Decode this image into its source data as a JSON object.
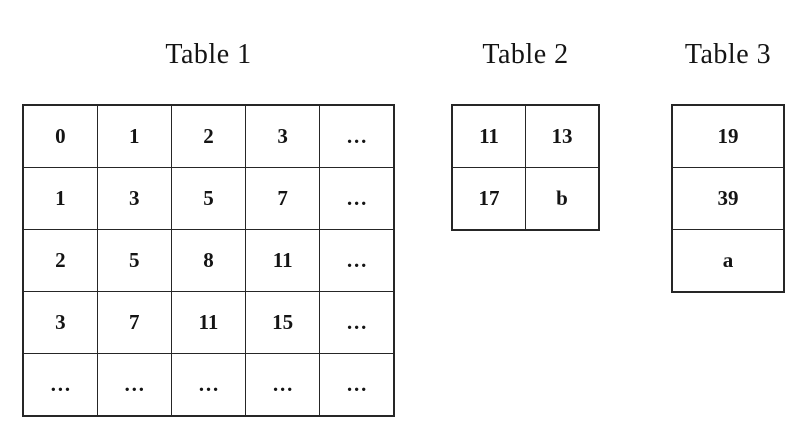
{
  "colors": {
    "background": "#ffffff",
    "border": "#262626",
    "text": "#141414"
  },
  "tables": [
    {
      "title": "Table 1",
      "rows": [
        [
          "0",
          "1",
          "2",
          "3",
          "…"
        ],
        [
          "1",
          "3",
          "5",
          "7",
          "…"
        ],
        [
          "2",
          "5",
          "8",
          "11",
          "…"
        ],
        [
          "3",
          "7",
          "11",
          "15",
          "…"
        ],
        [
          "…",
          "…",
          "…",
          "…",
          "…"
        ]
      ]
    },
    {
      "title": "Table 2",
      "rows": [
        [
          "11",
          "13"
        ],
        [
          "17",
          "b"
        ]
      ]
    },
    {
      "title": "Table 3",
      "rows": [
        [
          "19"
        ],
        [
          "39"
        ],
        [
          "a"
        ]
      ]
    }
  ]
}
